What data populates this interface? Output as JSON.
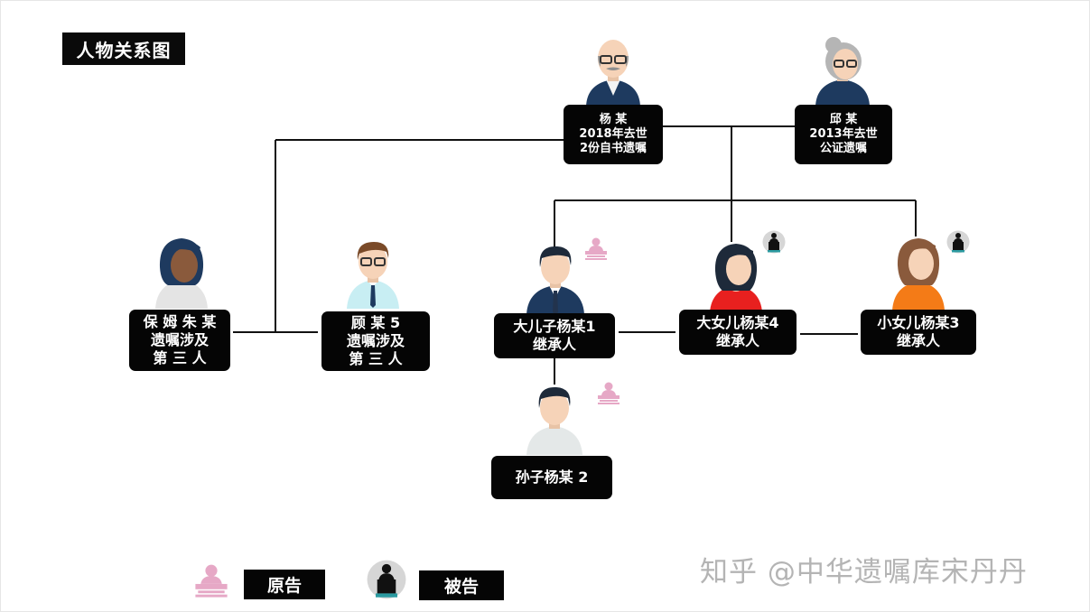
{
  "title": "人物关系图",
  "people": {
    "yang": {
      "lines": [
        "杨  某",
        "2018年去世",
        "2份自书遗嘱"
      ]
    },
    "qiu": {
      "lines": [
        "邱 某",
        "2013年去世",
        "公证遗嘱"
      ]
    },
    "nanny": {
      "lines": [
        "保 姆 朱 某",
        "遗嘱涉及",
        "第 三 人"
      ]
    },
    "gu": {
      "lines": [
        "顾 某 5",
        "遗嘱涉及",
        "第 三 人"
      ]
    },
    "son": {
      "lines": [
        "大儿子杨某1",
        "继承人"
      ]
    },
    "eldest_daughter": {
      "lines": [
        "大女儿杨某4",
        "继承人"
      ]
    },
    "youngest_daughter": {
      "lines": [
        "小女儿杨某3",
        "继承人"
      ]
    },
    "grandson": {
      "lines": [
        "孙子杨某 2"
      ]
    }
  },
  "legend": {
    "plaintiff": "原告",
    "defendant": "被告"
  },
  "watermark": "知乎 @中华遗嘱库宋丹丹",
  "colors": {
    "box": "#050505",
    "line": "#111111",
    "plaintiff_icon": "#e6a8c6",
    "defendant_icon": "#2a9aa0",
    "skin": "#f6d3b8",
    "navy": "#1e3a5f"
  }
}
